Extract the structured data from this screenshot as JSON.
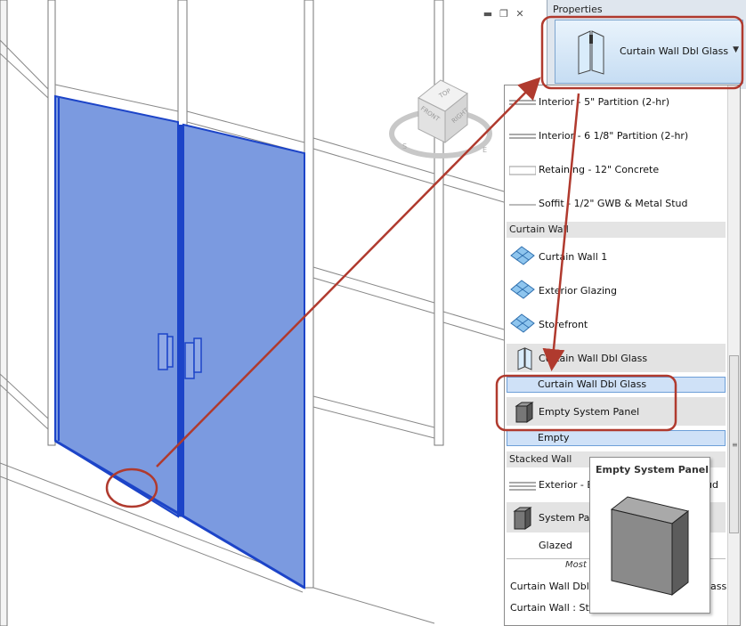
{
  "window_controls": {
    "minimize": "▬",
    "restore": "❐",
    "close": "✕"
  },
  "view_cube": {
    "top": "TOP",
    "front": "FRONT",
    "right": "RIGHT",
    "compass_s": "S",
    "compass_e": "E"
  },
  "properties": {
    "title": "Properties",
    "selected_type": "Curtain Wall Dbl Glass"
  },
  "dropdown": {
    "basic_items": [
      {
        "label": "Interior - 5\" Partition (2-hr)"
      },
      {
        "label": "Interior - 6 1/8\" Partition (2-hr)"
      },
      {
        "label": "Retaining - 12\" Concrete"
      },
      {
        "label": "Soffit - 1/2\" GWB & Metal Stud"
      }
    ],
    "curtain_header": "Curtain Wall",
    "curtain_items": [
      {
        "label": "Curtain Wall 1"
      },
      {
        "label": "Exterior Glazing"
      },
      {
        "label": "Storefront"
      },
      {
        "label": "Curtain Wall Dbl Glass"
      }
    ],
    "highlight_dbl_glass": "Curtain Wall Dbl Glass",
    "empty_system_panel": "Empty System Panel",
    "highlight_empty": "Empty",
    "stacked_header": "Stacked Wall",
    "stacked_items": [
      {
        "label": "Exterior - B",
        "suffix": "ud"
      },
      {
        "label": "System Par"
      },
      {
        "label": "Glazed"
      }
    ],
    "most_recent_label": "Most",
    "recent_items": [
      {
        "label": "Curtain Wall Dbl",
        "suffix": "lass"
      },
      {
        "label": "Curtain Wall : Sto"
      }
    ]
  },
  "tooltip": {
    "title": "Empty System Panel"
  },
  "colors": {
    "annotation": "#b03a2e",
    "glass": "#7b9ae0",
    "glass_edge": "#1c44c8",
    "selection": "#cfe1f7"
  }
}
